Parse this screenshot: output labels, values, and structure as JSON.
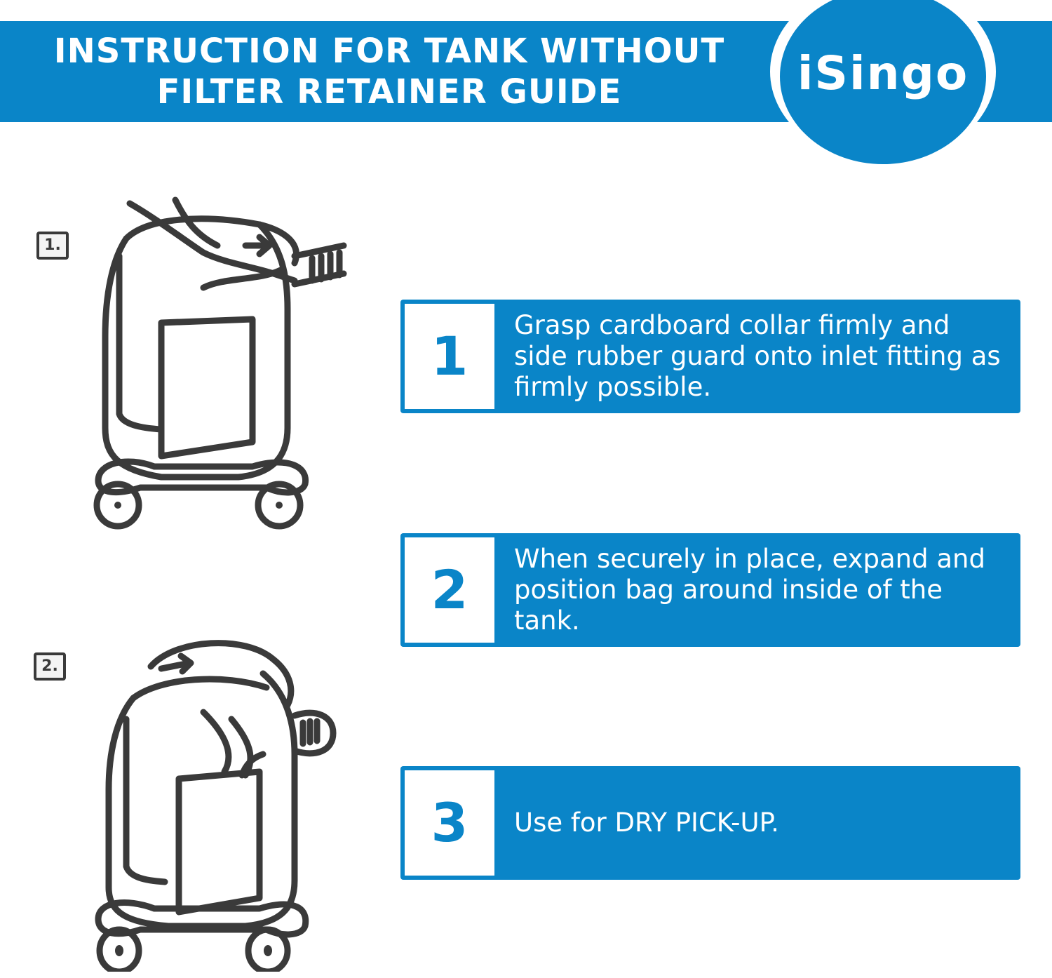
{
  "header": {
    "title_line1": "INSTRUCTION FOR TANK WITHOUT",
    "title_line2": "FILTER RETAINER GUIDE",
    "logo_text": "iSingo"
  },
  "illustrations": [
    {
      "badge": "1."
    },
    {
      "badge": "2."
    }
  ],
  "steps": [
    {
      "number": "1",
      "text": "Grasp cardboard collar firmly and side rubber guard onto inlet fitting as firmly possible."
    },
    {
      "number": "2",
      "text": "When securely in place, expand and position bag around inside of the tank."
    },
    {
      "number": "3",
      "text": "Use for DRY PICK-UP."
    }
  ],
  "colors": {
    "brand_blue": "#0a85c8",
    "sketch_ink": "#3a3a3a"
  }
}
